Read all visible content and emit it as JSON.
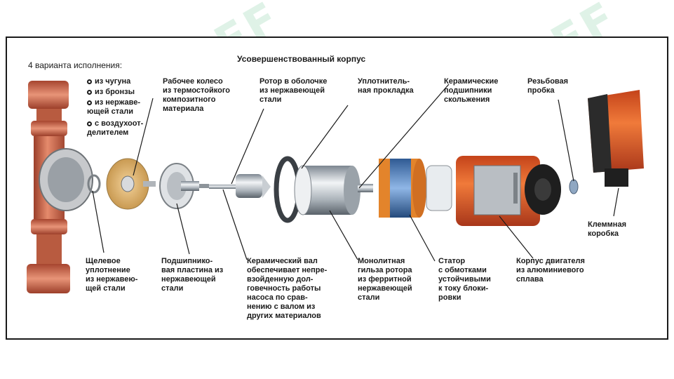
{
  "diagram": {
    "title": "Усовершенствованный корпус",
    "variants_heading": "4 варианта исполнения:",
    "variants": [
      "из чугуна",
      "из бронзы",
      "из нержаве-\nющей стали",
      "с воздухоот-\nделителем"
    ],
    "labels": {
      "impeller": "Рабочее колесо\nиз термостойкого\nкомпозитного\nматериала",
      "rotor_shell": "Ротор в оболочке\nиз нержавеющей\nстали",
      "gasket": "Уплотнитель-\nная прокладка",
      "ceramic_bearings": "Керамические\nподшипники\nскольжения",
      "plug": "Резьбовая\nпробка",
      "terminal_box": "Клеммная\nкоробка",
      "gap_seal": "Щелевое\nуплотнение\nиз нержавею-\nщей стали",
      "bearing_plate": "Подшипнико-\nвая пластина из\nнержавеющей\nстали",
      "ceramic_shaft": "Керамический вал\nобеспечивает непре-\nвзойденную дол-\nговечность работы\nнасоса по срав-\nнению с валом из\nдругих материалов",
      "rotor_sleeve": "Монолитная\nгильза ротора\nиз ферритной\nнержавеющей\nстали",
      "stator": "Статор\nс обмотками\nустойчивыми\nк току блоки-\nровки",
      "motor_housing": "Корпус двигателя\nиз алюминиевого\nсплава"
    },
    "watermark": "SOFF"
  }
}
